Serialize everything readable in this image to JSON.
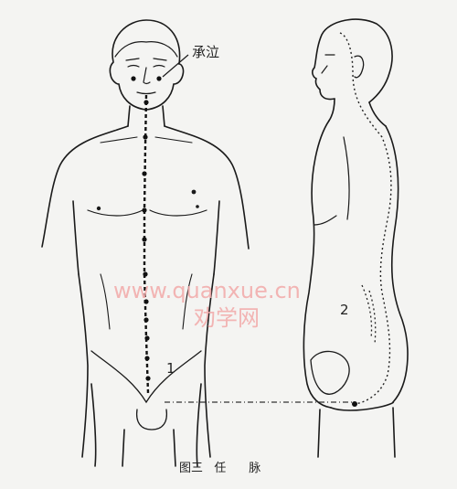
{
  "figure": {
    "point_label": "承泣",
    "front_marker": "1",
    "side_marker": "2",
    "caption": "图三   任      脉"
  },
  "watermark": {
    "url": "www.quanxue.cn",
    "name": "劝学网",
    "color": "#f2a9a9"
  },
  "colors": {
    "line": "#1a1a1a",
    "meridian": "#111111",
    "paper": "#f4f4f2"
  }
}
